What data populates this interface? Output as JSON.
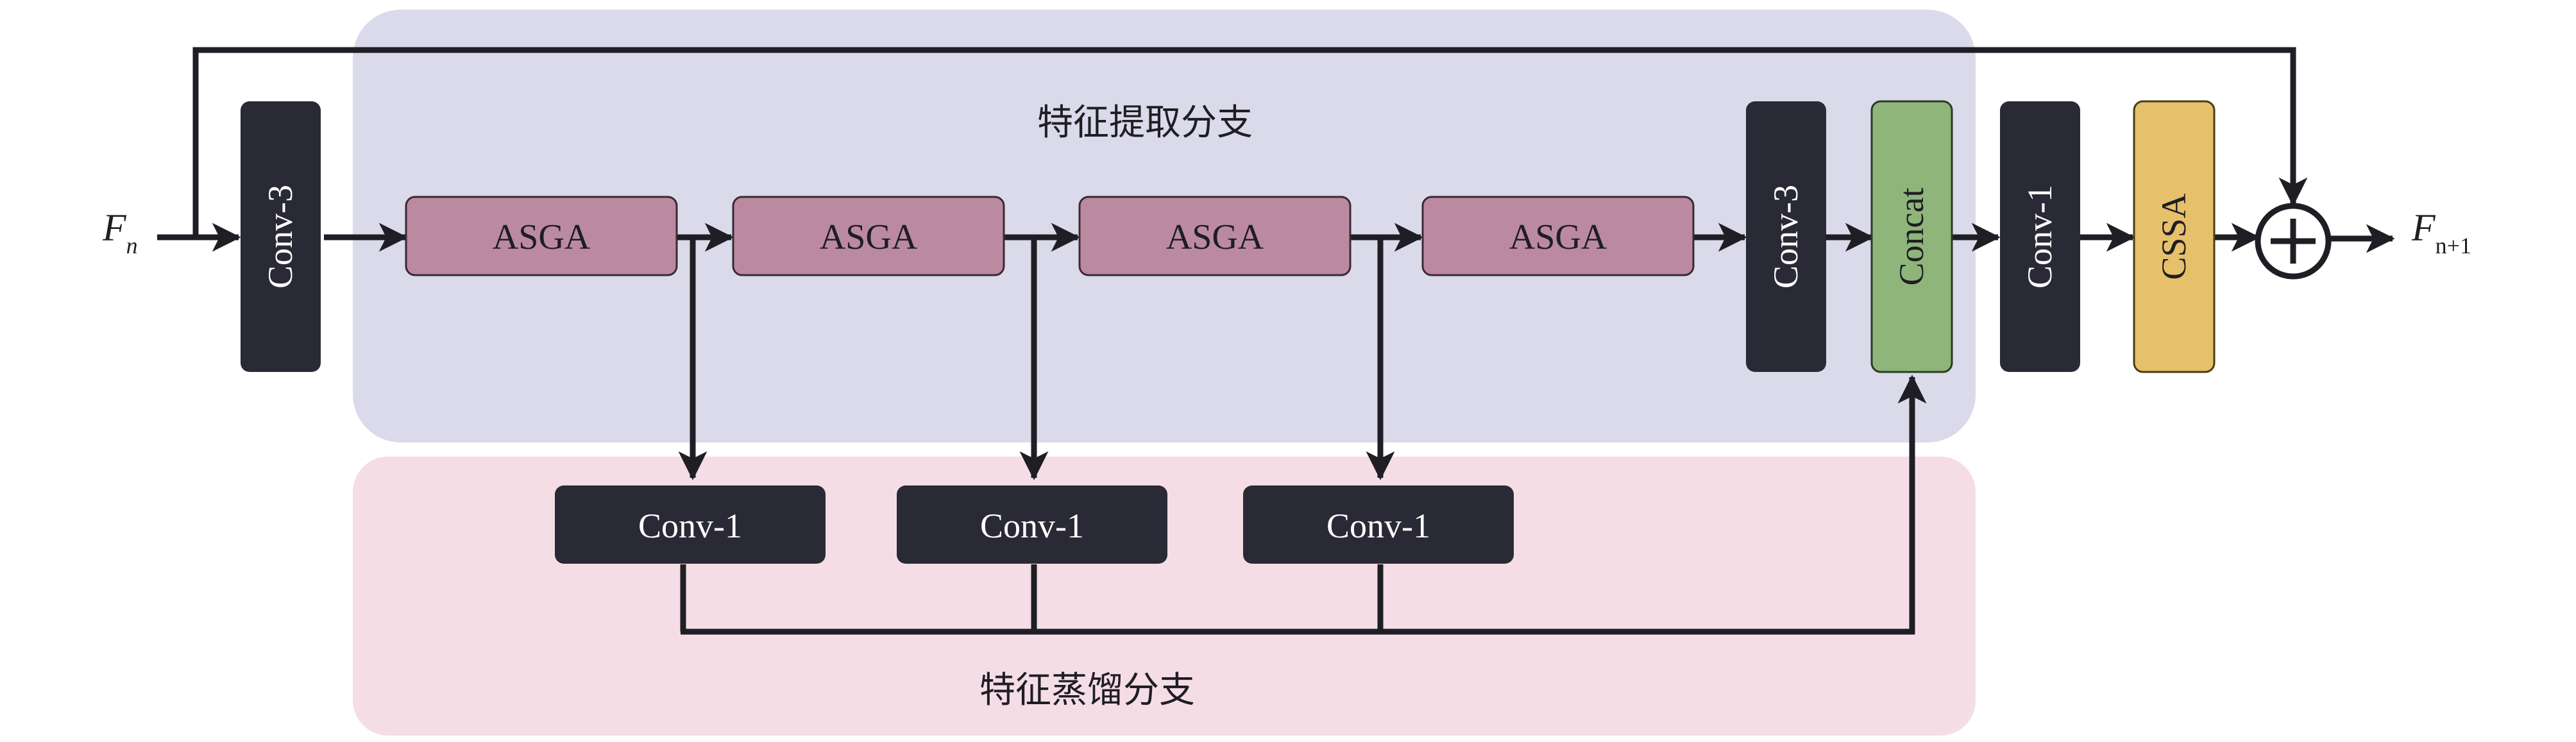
{
  "branches": {
    "feature_extraction": "特征提取分支",
    "feature_distillation": "特征蒸馏分支"
  },
  "input": {
    "symbol": "F",
    "subscript": "n"
  },
  "output": {
    "symbol": "F",
    "subscript": "n+1"
  },
  "blocks": {
    "conv3_in": "Conv-3",
    "asga": [
      "ASGA",
      "ASGA",
      "ASGA",
      "ASGA"
    ],
    "conv3_out": "Conv-3",
    "concat": "Concat",
    "conv1_out": "Conv-1",
    "cssa": "CSSA",
    "distill_conv1": [
      "Conv-1",
      "Conv-1",
      "Conv-1"
    ]
  },
  "colors": {
    "extraction_bg": "#dadaea",
    "distillation_bg": "#f5dde6",
    "dark_block": "#2a2a36",
    "asga_fill": "#bb8aa0",
    "concat_fill": "#8fb57b",
    "cssa_fill": "#e6c06a",
    "line": "#1e1e24"
  }
}
